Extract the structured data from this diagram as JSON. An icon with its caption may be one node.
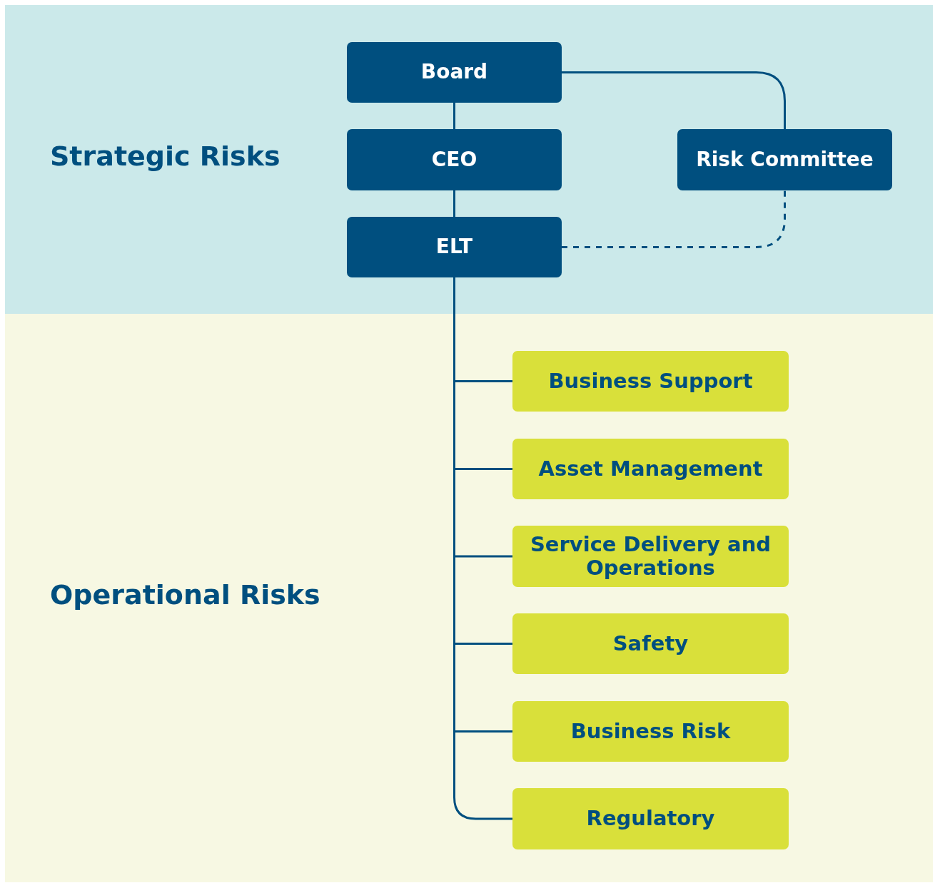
{
  "diagram": {
    "nodes": [
      {
        "text": [
          "Strategic Risks"
        ]
      },
      {
        "text": [
          "Board"
        ],
        "in": 0
      },
      {
        "text": [
          "CEO"
        ],
        "in": 0
      },
      {
        "text": [
          "Risk Committee"
        ],
        "in": 0
      },
      {
        "text": [
          "ELT"
        ],
        "in": 0
      },
      {
        "text": [
          "Operational Risks"
        ]
      },
      {
        "text": [
          "Business Support"
        ],
        "in": 5
      },
      {
        "text": [
          "Asset Management"
        ],
        "in": 5
      },
      {
        "text": [
          "Service Delivery and Operations"
        ],
        "in": 5
      },
      {
        "text": [
          "Safety"
        ],
        "in": 5
      },
      {
        "text": [
          "Business Risk"
        ],
        "in": 5
      },
      {
        "text": [
          "Regulatory"
        ],
        "in": 5
      }
    ],
    "edges": [
      {
        "from": 1,
        "to": 2,
        "arrow": "none"
      },
      {
        "from": 2,
        "to": 4,
        "arrow": "none"
      },
      {
        "from": 1,
        "to": 3,
        "arrow": "none"
      },
      {
        "from": 3,
        "to": 4,
        "arrow": "none",
        "style": "dashed"
      },
      {
        "from": 4,
        "to": 6,
        "arrow": "none"
      },
      {
        "from": 4,
        "to": 7,
        "arrow": "none"
      },
      {
        "from": 4,
        "to": 8,
        "arrow": "none"
      },
      {
        "from": 4,
        "to": 9,
        "arrow": "none"
      },
      {
        "from": 4,
        "to": 10,
        "arrow": "none"
      },
      {
        "from": 4,
        "to": 11,
        "arrow": "none"
      }
    ]
  }
}
